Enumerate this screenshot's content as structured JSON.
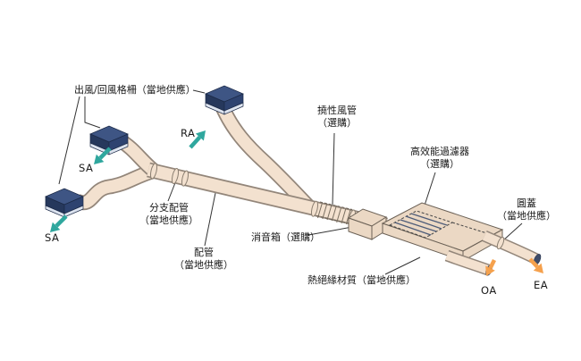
{
  "colors": {
    "duct_fill": "#F3E1CF",
    "duct_outline": "#93867A",
    "box_fill": "#EBD8C4",
    "unit_top": "#3E5584",
    "unit_left": "#26385C",
    "unit_right": "#2E4370",
    "unit_rim": "#DCE3EF",
    "teal": "#2FA79E",
    "orange": "#F5A14D",
    "text": "#1A1A1A"
  },
  "labels": {
    "grille": "出風/回風格柵（當地供應）",
    "flex_duct": [
      "撓性風管",
      "（選購）"
    ],
    "filter": [
      "高效能過濾器",
      "（選購）"
    ],
    "branch_duct": [
      "分支配管",
      "（當地供應）"
    ],
    "duct": [
      "配管",
      "（當地供應）"
    ],
    "silencer": "消音箱（選購）",
    "insulation": "熱絕緣材質（當地供應）",
    "round_cover": [
      "圓蓋",
      "（當地供應）"
    ],
    "ra": "RA",
    "sa_middle": "SA",
    "sa_lower": "SA",
    "oa": "OA",
    "ea": "EA"
  }
}
